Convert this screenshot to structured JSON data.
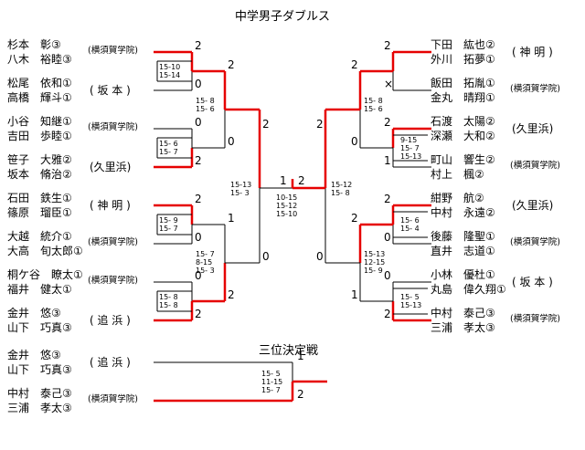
{
  "title": "中学男子ダブルス",
  "third_place_title": "三位決定戦",
  "left_pairs": [
    {
      "p1": "杉本　彰③",
      "p2": "八木　裕睦③",
      "school": "(横須賀学院)"
    },
    {
      "p1": "松尾　依和①",
      "p2": "高橋　輝斗①",
      "school": "( 坂 本 )"
    },
    {
      "p1": "小谷　知継①",
      "p2": "吉田　歩睦①",
      "school": "(横須賀学院)"
    },
    {
      "p1": "笹子　大雅②",
      "p2": "坂本　脩治②",
      "school": "(久里浜)"
    },
    {
      "p1": "石田　鉄生①",
      "p2": "篠原　瑠臣①",
      "school": "( 神 明 )"
    },
    {
      "p1": "大越　統介①",
      "p2": "大高　旬太郎①",
      "school": "(横須賀学院)"
    },
    {
      "p1": "桐ケ谷　瞭太①",
      "p2": "福井　健太①",
      "school": "(横須賀学院)"
    },
    {
      "p1": "金井　悠③",
      "p2": "山下　巧真③",
      "school": "( 追 浜 )"
    }
  ],
  "right_pairs": [
    {
      "p1": "下田　紘也②",
      "p2": "外川　拓夢①",
      "school": "( 神 明 )"
    },
    {
      "p1": "飯田　拓胤①",
      "p2": "金丸　晴翔①",
      "school": "(横須賀学院)"
    },
    {
      "p1": "石渡　太陽②",
      "p2": "深瀬　大和②",
      "school": "(久里浜)"
    },
    {
      "p1": "町山　響生②",
      "p2": "村上　楓②",
      "school": "(横須賀学院)"
    },
    {
      "p1": "紺野　航②",
      "p2": "中村　永遠②",
      "school": "(久里浜)"
    },
    {
      "p1": "後藤　隆聖①",
      "p2": "直井　志道①",
      "school": "(横須賀学院)"
    },
    {
      "p1": "小林　優杜①",
      "p2": "丸島　偉久翔①",
      "school": "( 坂 本 )"
    },
    {
      "p1": "中村　泰己③",
      "p2": "三浦　孝太③",
      "school": "(横須賀学院)"
    }
  ],
  "third_pairs": [
    {
      "p1": "金井　悠③",
      "p2": "山下　巧真③",
      "school": "( 追 浜 )"
    },
    {
      "p1": "中村　泰己③",
      "p2": "三浦　孝太③",
      "school": "(横須賀学院)"
    }
  ],
  "left_r1_results": [
    {
      "top": "2",
      "bottom": "0",
      "scores": "15-10\n15-14"
    },
    {
      "top": "0",
      "bottom": "2",
      "scores": "15- 6\n15- 7"
    },
    {
      "top": "2",
      "bottom": "0",
      "scores": "15- 9\n15- 7"
    },
    {
      "top": "0",
      "bottom": "2",
      "scores": "15- 8\n15- 8"
    }
  ],
  "left_r2_results": [
    {
      "top": "2",
      "bottom": "0",
      "scores": "15- 8\n15- 6"
    },
    {
      "top": "1",
      "bottom": "2",
      "scores": "15- 7\n8-15\n15- 3"
    }
  ],
  "left_sf_results": [
    {
      "top": "2",
      "bottom": "0",
      "scores": "15-13\n15- 3"
    }
  ],
  "right_r1_results": [
    {
      "top": "2",
      "bottom": "×",
      "scores": ""
    },
    {
      "top": "2",
      "bottom": "1",
      "scores": "9-15\n15- 7\n15-13"
    },
    {
      "top": "2",
      "bottom": "0",
      "scores": "15- 6\n15- 4"
    },
    {
      "top": "0",
      "bottom": "2",
      "scores": "15- 5\n15-13"
    }
  ],
  "right_r2_results": [
    {
      "top": "2",
      "bottom": "0",
      "scores": "15- 8\n15- 6"
    },
    {
      "top": "2",
      "bottom": "1",
      "scores": "15-13\n12-15\n15- 9"
    }
  ],
  "right_sf_results": [
    {
      "top": "2",
      "bottom": "0",
      "scores": "15-12\n15- 8"
    }
  ],
  "final": {
    "left": "1",
    "right": "2",
    "scores": "10-15\n15-12\n15-10"
  },
  "third_place": {
    "top": "1",
    "bottom": "2",
    "scores": "15- 5\n11-15\n15- 7"
  },
  "colors": {
    "winner_line": "#e60000",
    "line": "#000000"
  }
}
